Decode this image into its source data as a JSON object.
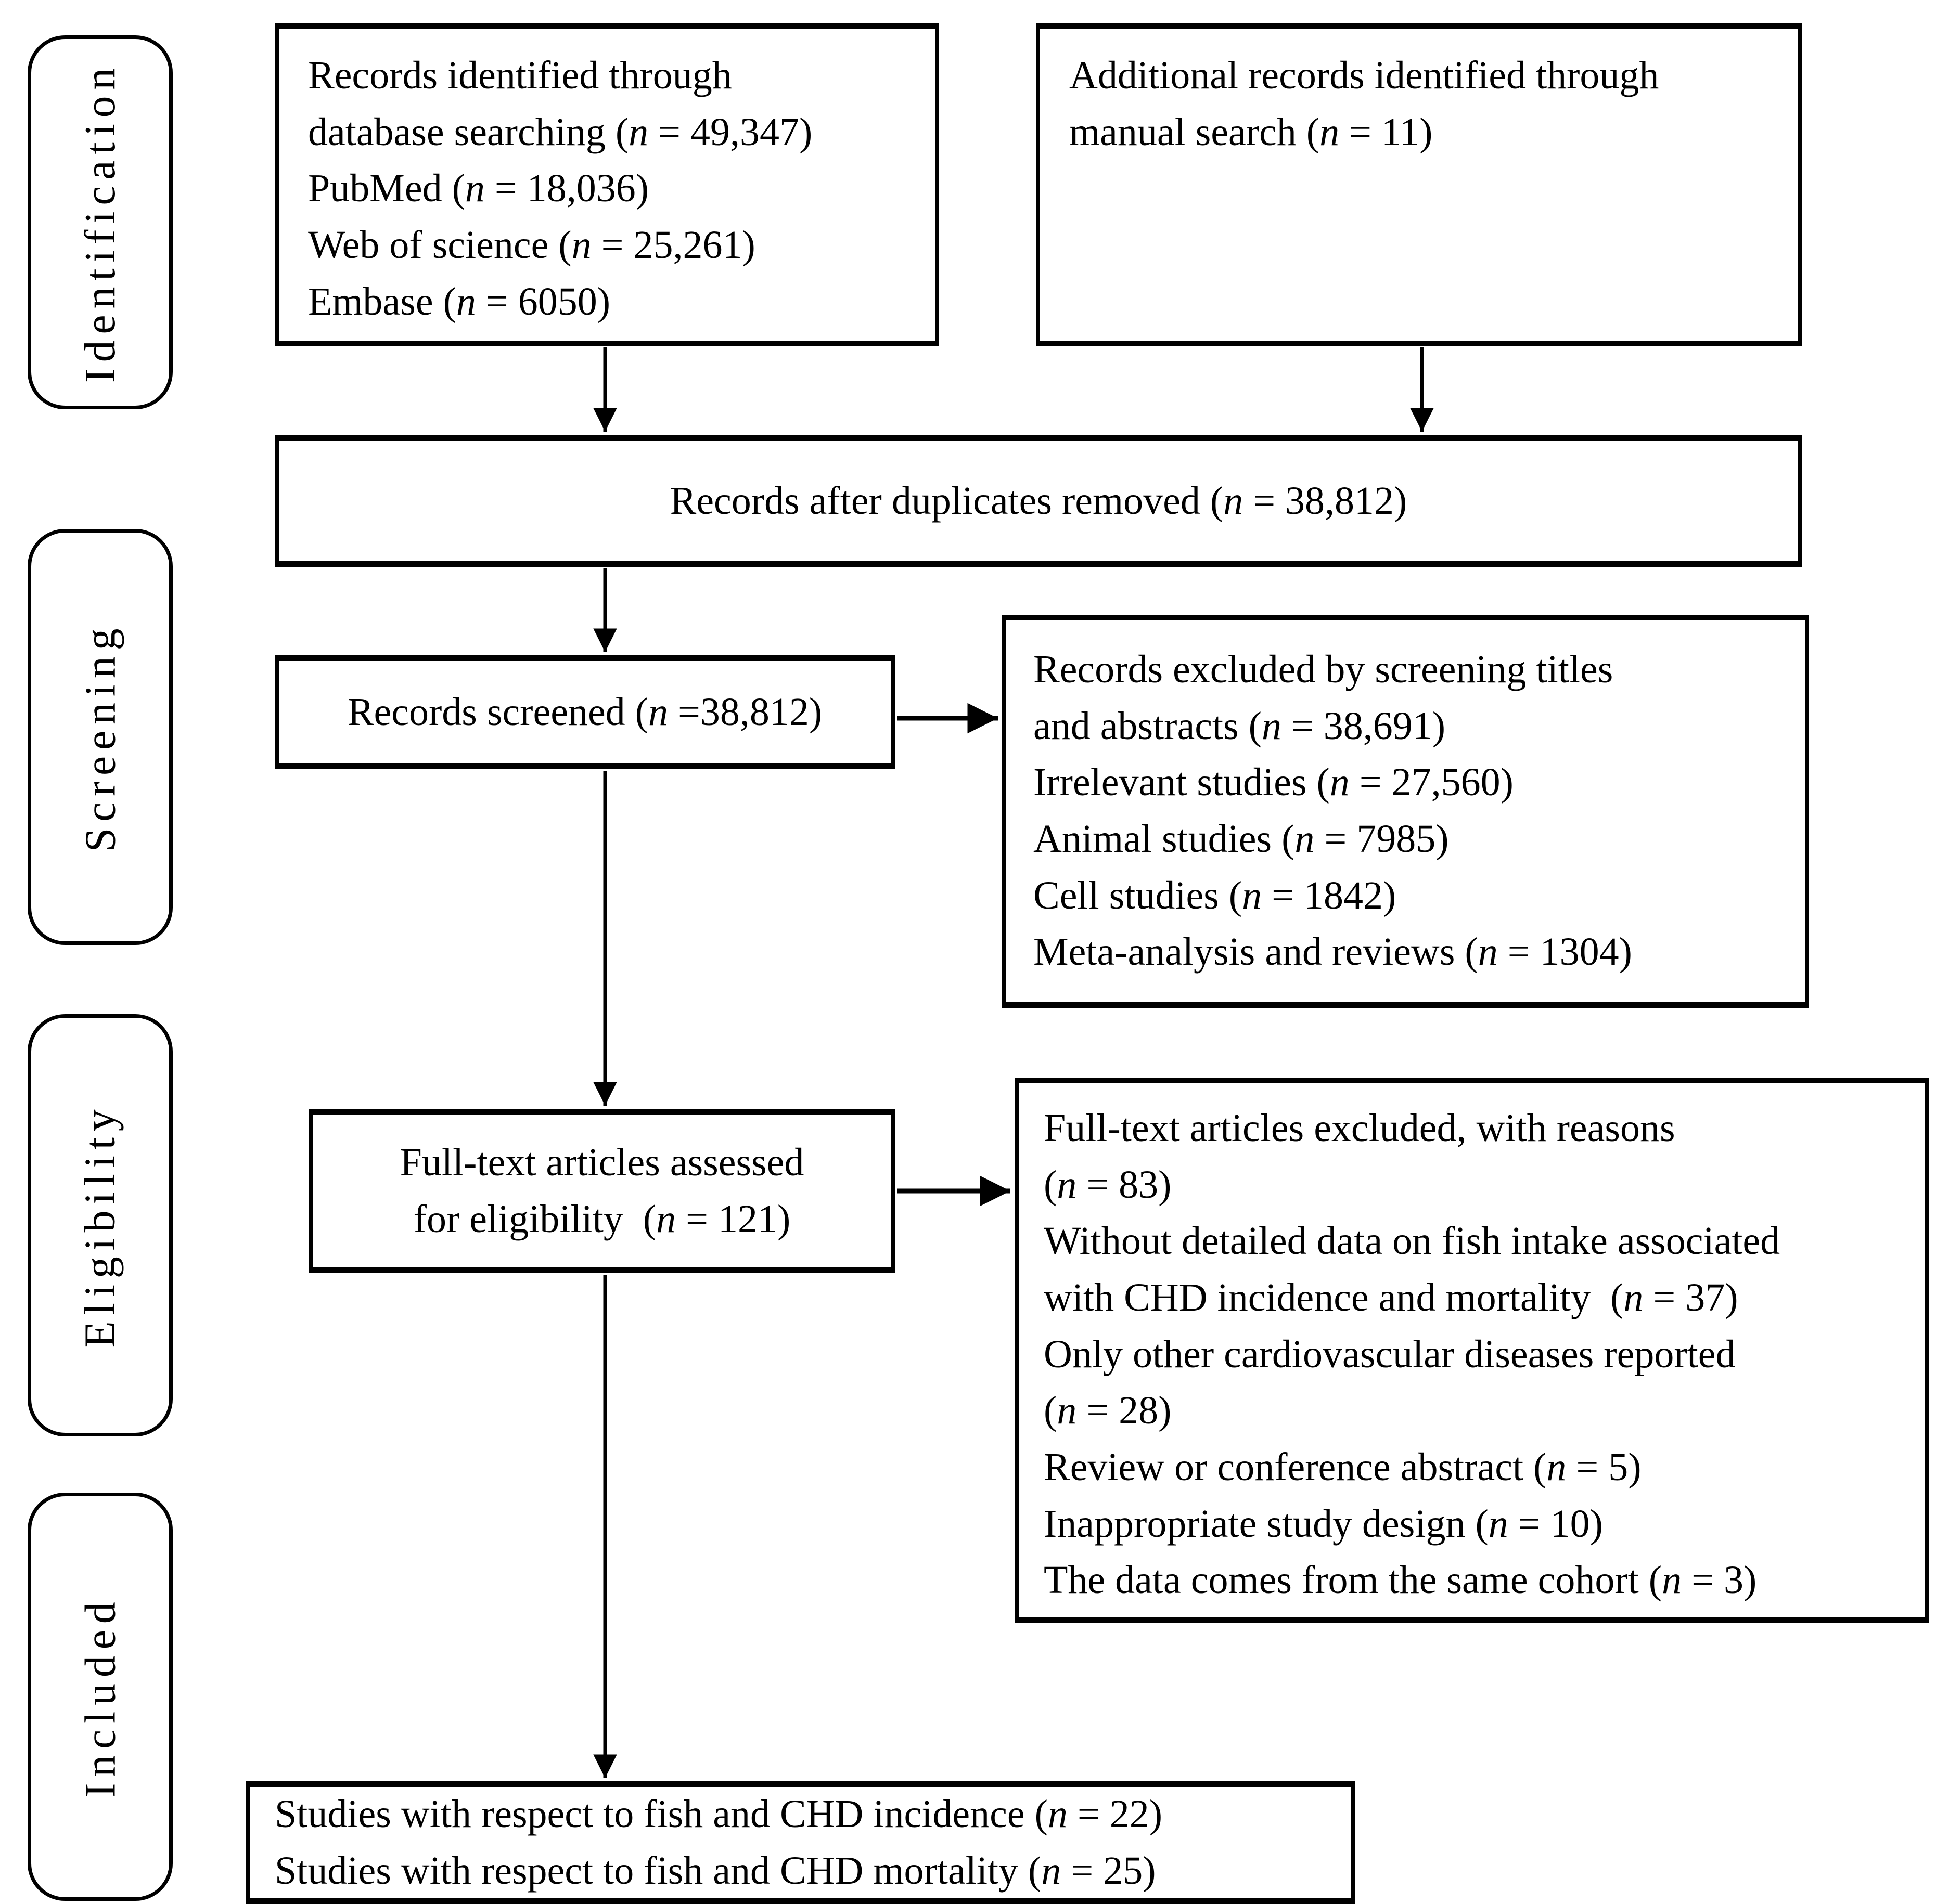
{
  "figure": {
    "type": "prisma-flow-diagram",
    "colors": {
      "border": "#000000",
      "text": "#000000",
      "background": "#ffffff"
    },
    "side_labels": {
      "identification": "Identification",
      "screening": "Screening",
      "eligibility": "Eligibility",
      "included": "Included"
    },
    "boxes": {
      "records_identified": {
        "lines": [
          "Records identified through",
          "database searching (n = 49,347)",
          "PubMed (n = 18,036)",
          "Web of science (n = 25,261)",
          "Embase (n = 6050)"
        ]
      },
      "additional_records": {
        "lines": [
          "Additional records identified through",
          "manual search (n = 11)"
        ]
      },
      "duplicates_removed": {
        "lines": [
          "Records after duplicates removed (n = 38,812)"
        ]
      },
      "records_screened": {
        "lines": [
          "Records screened (n =38,812)"
        ]
      },
      "records_excluded": {
        "lines": [
          "Records excluded by screening titles",
          "and abstracts (n = 38,691)",
          "Irrelevant studies (n = 27,560)",
          "Animal studies (n = 7985)",
          "Cell studies (n = 1842)",
          "Meta-analysis and reviews (n = 1304)"
        ]
      },
      "fulltext_assessed": {
        "lines": [
          "Full-text articles assessed",
          "for eligibility  (n = 121)"
        ]
      },
      "fulltext_excluded": {
        "lines": [
          "Full-text articles excluded, with reasons",
          "(n = 83)",
          "Without detailed data on fish intake associated",
          "with CHD incidence and mortality  (n = 37)",
          "Only other cardiovascular diseases reported",
          "(n = 28)",
          "Review or conference abstract (n = 5)",
          "Inappropriate study design (n = 10)",
          "The data comes from the same cohort (n = 3)"
        ]
      },
      "included_studies": {
        "lines": [
          "Studies with respect to fish and CHD incidence (n = 22)",
          "Studies with respect to fish and CHD mortality (n = 25)"
        ]
      }
    }
  }
}
